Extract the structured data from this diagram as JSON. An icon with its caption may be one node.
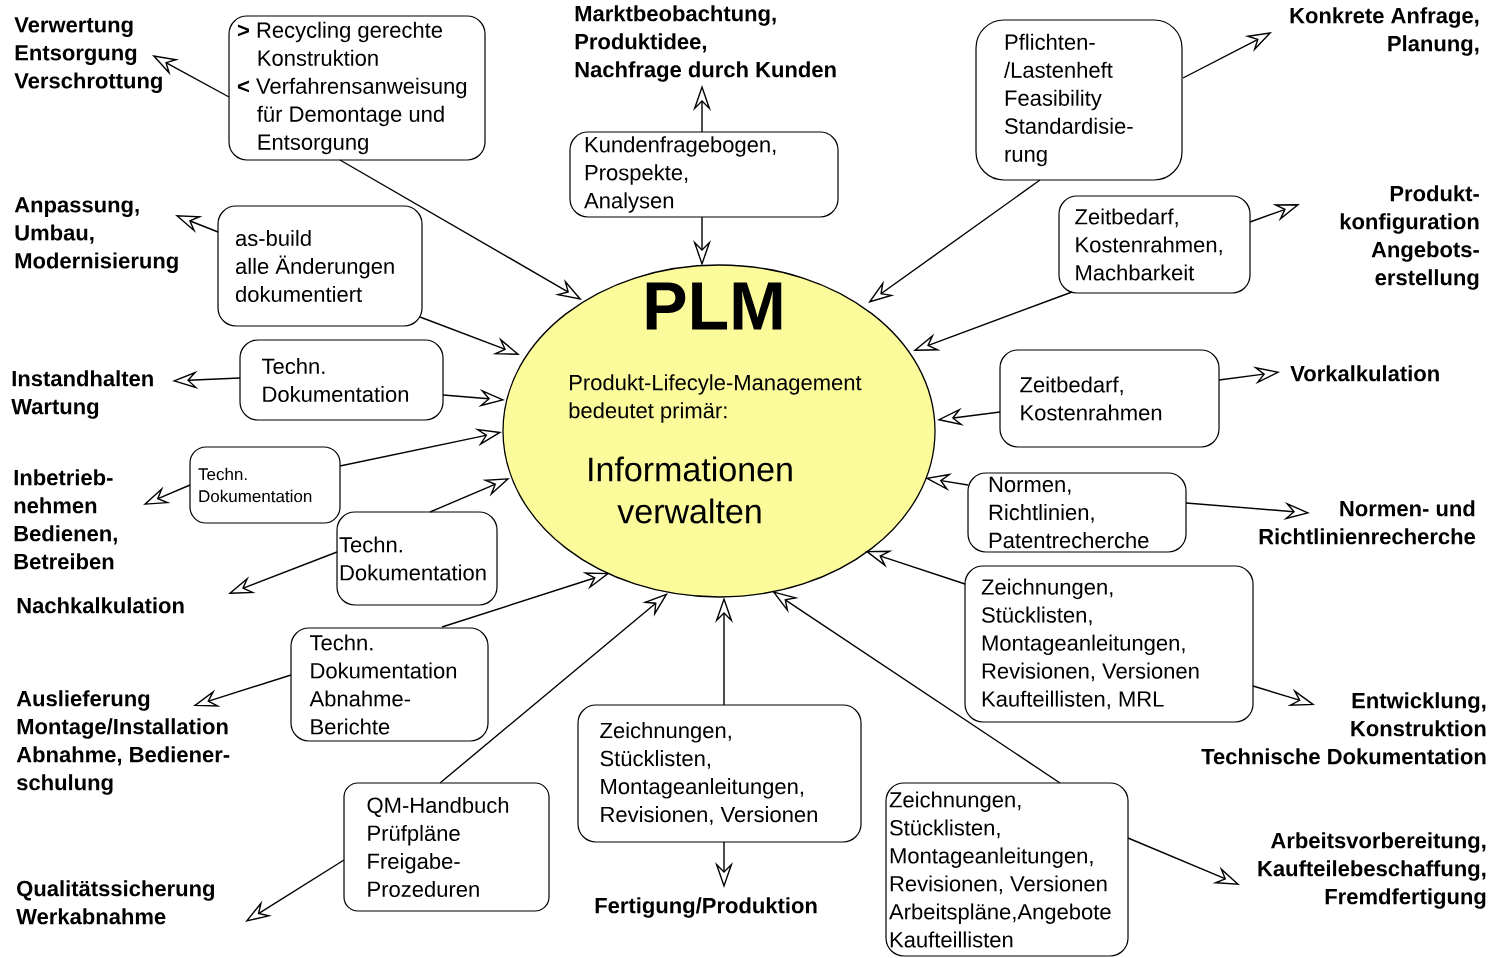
{
  "diagram": {
    "nodes": [
      {
        "text": [
          "PLM",
          "Produkt-Lifecyle-Management bedeutet primär:",
          "Informationen verwalten"
        ]
      },
      {
        "text": [
          "**>** Recycling gerechte Konstruktion",
          "**<** Verfahrensanweisung für Demontage und Entsorgung"
        ]
      },
      {
        "text": [
          "Kundenfragebogen,",
          "Prospekte,",
          "Analysen"
        ]
      },
      {
        "text": [
          "Pflichten- /Lastenheft",
          "Feasibility",
          "Standardisie- rung"
        ]
      },
      {
        "text": [
          "Zeitbedarf,",
          "Kostenrahmen,",
          "Machbarkeit"
        ]
      },
      {
        "text": [
          "as-build",
          "alle Änderungen dokumentiert"
        ]
      },
      {
        "text": [
          "Techn. Dokumentation"
        ]
      },
      {
        "text": [
          "Zeitbedarf,",
          "Kostenrahmen"
        ]
      },
      {
        "text": [
          "Techn. Dokumentation"
        ]
      },
      {
        "text": [
          "Normen,",
          "Richtlinien,",
          "Patentrecherche"
        ]
      },
      {
        "text": [
          "Techn. Dokumentation"
        ]
      },
      {
        "text": [
          "Zeichnungen,",
          "Stücklisten,",
          "Montageanleitungen,",
          "Revisionen, Versionen",
          "Kaufteillisten, MRL"
        ]
      },
      {
        "text": [
          "Techn. Dokumentation",
          "Abnahme- Berichte"
        ]
      },
      {
        "text": [
          "Zeichnungen,",
          "Stücklisten,",
          "Montageanleitungen,",
          "Revisionen, Versionen"
        ]
      },
      {
        "text": [
          "QM-Handbuch",
          "Prüfpläne",
          "Freigabe- Prozeduren"
        ]
      },
      {
        "text": [
          "Zeichnungen,",
          "Stücklisten,",
          "Montageanleitungen,",
          "Revisionen, Versionen",
          "Arbeitspläne,Angebote",
          "Kaufteillisten"
        ]
      },
      {
        "text": [
          "Verwertung",
          "Entsorgung",
          "Verschrottung"
        ]
      },
      {
        "text": [
          "Marktbeobachtung,",
          "Produktidee,",
          "Nachfrage durch Kunden"
        ]
      },
      {
        "text": [
          "Konkrete Anfrage,",
          "Planung,"
        ]
      },
      {
        "text": [
          "Anpassung,",
          "Umbau,",
          "Modernisierung"
        ]
      },
      {
        "text": [
          "Produkt- konfiguration",
          "Angebots- erstellung"
        ]
      },
      {
        "text": [
          "Instandhalten",
          "Wartung"
        ]
      },
      {
        "text": [
          "Vorkalkulation"
        ]
      },
      {
        "text": [
          "Inbetrieb- nehmen",
          "Bedienen,",
          "Betreiben"
        ]
      },
      {
        "text": [
          "Nachkalkulation"
        ]
      },
      {
        "text": [
          "Normen- und Richtlinienrecherche"
        ]
      },
      {
        "text": [
          "Auslieferung",
          "Montage/Installation",
          "Abnahme, Bediener- schulung"
        ]
      },
      {
        "text": [
          "Entwicklung,",
          "Konstruktion",
          "Technische Dokumentation"
        ]
      },
      {
        "text": [
          "Qualitätssicherung",
          "Werkabnahme"
        ]
      },
      {
        "text": [
          "Fertigung/Produktion"
        ]
      },
      {
        "text": [
          "Arbeitsvorbereitung,",
          "Kaufteilebeschaffung,",
          "Fremdfertigung"
        ]
      }
    ],
    "edges": [
      {
        "from": 1,
        "to": 16,
        "arrow": "to"
      },
      {
        "from": 1,
        "to": 0,
        "arrow": "to"
      },
      {
        "from": 2,
        "to": 17,
        "arrow": "to"
      },
      {
        "from": 2,
        "to": 0,
        "arrow": "to"
      },
      {
        "from": 3,
        "to": 18,
        "arrow": "to"
      },
      {
        "from": 3,
        "to": 0,
        "arrow": "to"
      },
      {
        "from": 4,
        "to": 20,
        "arrow": "to"
      },
      {
        "from": 4,
        "to": 0,
        "arrow": "to"
      },
      {
        "from": 5,
        "to": 19,
        "arrow": "to"
      },
      {
        "from": 5,
        "to": 0,
        "arrow": "to"
      },
      {
        "from": 6,
        "to": 21,
        "arrow": "to"
      },
      {
        "from": 6,
        "to": 0,
        "arrow": "to"
      },
      {
        "from": 7,
        "to": 22,
        "arrow": "to"
      },
      {
        "from": 7,
        "to": 0,
        "arrow": "to"
      },
      {
        "from": 8,
        "to": 23,
        "arrow": "to"
      },
      {
        "from": 8,
        "to": 0,
        "arrow": "to"
      },
      {
        "from": 9,
        "to": 25,
        "arrow": "to"
      },
      {
        "from": 9,
        "to": 0,
        "arrow": "to"
      },
      {
        "from": 10,
        "to": 24,
        "arrow": "to"
      },
      {
        "from": 10,
        "to": 0,
        "arrow": "to"
      },
      {
        "from": 11,
        "to": 27,
        "arrow": "to"
      },
      {
        "from": 11,
        "to": 0,
        "arrow": "to"
      },
      {
        "from": 12,
        "to": 26,
        "arrow": "to"
      },
      {
        "from": 12,
        "to": 0,
        "arrow": "to"
      },
      {
        "from": 13,
        "to": 29,
        "arrow": "to"
      },
      {
        "from": 13,
        "to": 0,
        "arrow": "to"
      },
      {
        "from": 14,
        "to": 28,
        "arrow": "to"
      },
      {
        "from": 14,
        "to": 0,
        "arrow": "to"
      },
      {
        "from": 15,
        "to": 30,
        "arrow": "to"
      },
      {
        "from": 15,
        "to": 0,
        "arrow": "to"
      }
    ]
  }
}
